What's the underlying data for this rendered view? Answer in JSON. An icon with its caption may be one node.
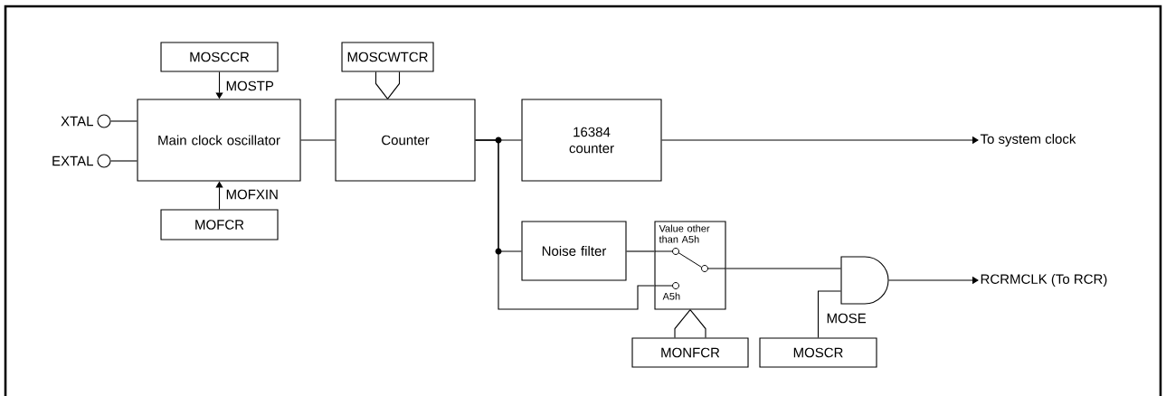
{
  "diagram": {
    "nodes": [
      {
        "text": [
          "MOSCCR"
        ]
      },
      {
        "text": [],
        "shape": "circle",
        "beside": [
          "XTAL"
        ]
      },
      {
        "text": [],
        "shape": "circle",
        "beside": [
          "EXTAL"
        ]
      },
      {
        "text": [
          "Main clock oscillator"
        ]
      },
      {
        "text": [
          "MOFCR"
        ]
      },
      {
        "text": [
          "MOSCWTCR"
        ]
      },
      {
        "text": [
          "Counter"
        ]
      },
      {
        "text": [
          "16384 counter"
        ]
      },
      {
        "text": [
          "Noise filter"
        ]
      },
      {
        "text": [
          "Value other than A5h",
          "A5h"
        ]
      },
      {
        "text": [
          "MONFCR"
        ]
      },
      {
        "text": [],
        "shape": "gate"
      },
      {
        "text": [
          "MOSCR"
        ]
      },
      {
        "text": [
          "To system clock"
        ]
      },
      {
        "text": [
          "RCRMCLK (To RCR)"
        ]
      }
    ],
    "edges": [
      {
        "from": 0,
        "to": 3,
        "arrow": "to",
        "label": "MOSTP"
      },
      {
        "from": 4,
        "to": 3,
        "arrow": "to",
        "label": "MOFXIN"
      },
      {
        "from": 1,
        "to": 3,
        "arrow": "none"
      },
      {
        "from": 2,
        "to": 3,
        "arrow": "none"
      },
      {
        "from": 3,
        "to": 6,
        "arrow": "none"
      },
      {
        "from": 5,
        "to": 6,
        "arrow": "none"
      },
      {
        "from": 6,
        "to": 7,
        "arrow": "none"
      },
      {
        "from": 6,
        "to": 8,
        "arrow": "none"
      },
      {
        "from": 6,
        "to": 9,
        "arrow": "none"
      },
      {
        "from": 8,
        "to": 9,
        "arrow": "none"
      },
      {
        "from": 10,
        "to": 9,
        "arrow": "none"
      },
      {
        "from": 9,
        "to": 11,
        "arrow": "none"
      },
      {
        "from": 12,
        "to": 11,
        "arrow": "none",
        "label": "MOSE"
      },
      {
        "from": 7,
        "to": 13,
        "arrow": "to"
      },
      {
        "from": 11,
        "to": 14,
        "arrow": "to"
      }
    ]
  }
}
